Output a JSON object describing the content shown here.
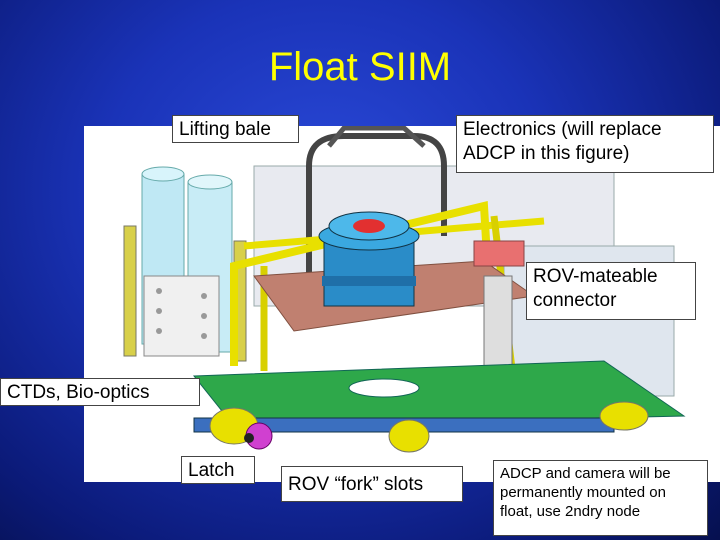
{
  "slide": {
    "title": "Float SIIM",
    "labels": {
      "lifting_bale": "Lifting bale",
      "electronics": "Electronics (will replace ADCP in this figure)",
      "rov_connector": "ROV-mateable connector",
      "ctds": "CTDs, Bio-optics",
      "latch": "Latch",
      "rov_fork": "ROV “fork” slots",
      "adcp_note": "ADCP and camera will be permanently mounted on float, use 2ndry node"
    }
  },
  "colors": {
    "background": "#1a33b8",
    "title": "#ffff00",
    "frame_yellow": "#e8e000",
    "deck_green": "#2ea84a",
    "plate_brown": "#c08070",
    "canister_blue": "#2a8cc8"
  }
}
